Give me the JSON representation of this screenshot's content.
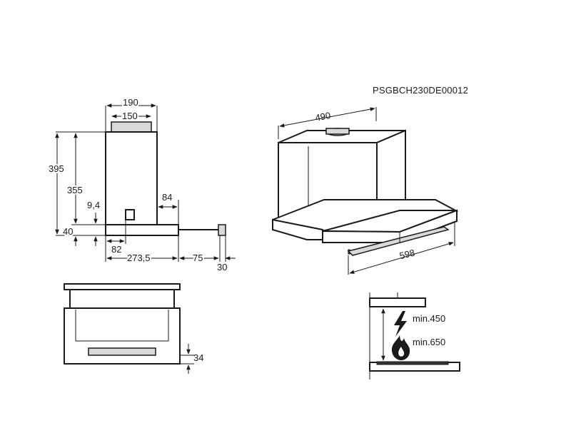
{
  "model_code": "PSGBCH230DE00012",
  "side_view": {
    "dim_190": "190",
    "dim_150": "150",
    "dim_395": "395",
    "dim_355": "355",
    "dim_9_4": "9,4",
    "dim_40": "40",
    "dim_84": "84",
    "dim_82": "82",
    "dim_273_5": "273,5",
    "dim_75": "75",
    "dim_30": "30"
  },
  "perspective_view": {
    "dim_490": "490",
    "dim_598": "598"
  },
  "front_view": {
    "dim_34": "34"
  },
  "installation": {
    "min_electric": "min.450",
    "min_gas": "min.650"
  },
  "icons": [
    "lightning-icon",
    "flame-icon"
  ],
  "colors": {
    "line": "#1a1a1a",
    "fill_grey": "#d9d9d9",
    "dark": "#333333"
  }
}
